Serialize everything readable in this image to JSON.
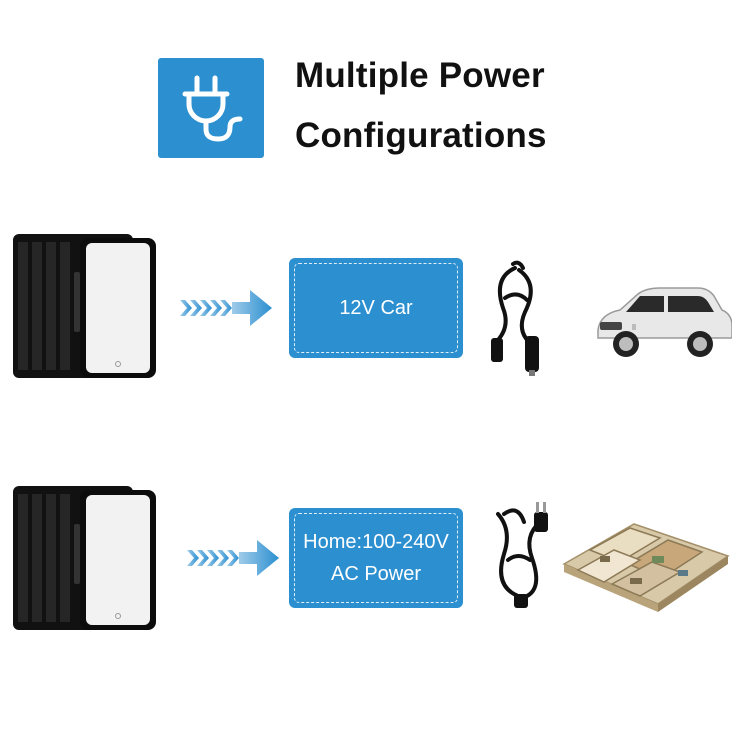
{
  "header": {
    "title_line1": "Multiple Power",
    "title_line2": "Configurations",
    "icon": "plug-icon"
  },
  "rows": [
    {
      "label_lines": [
        "12V Car"
      ],
      "source_image": "mini-fridge-icon",
      "cable_image": "car-charger-cable-icon",
      "destination_image": "suv-car-icon"
    },
    {
      "label_lines": [
        "Home:100-240V",
        "AC Power"
      ],
      "source_image": "mini-fridge-icon",
      "cable_image": "ac-power-cable-icon",
      "destination_image": "house-floorplan-icon"
    }
  ],
  "colors": {
    "accent": "#2b8fd0",
    "text": "#111111",
    "fridge_body": "#111111",
    "fridge_door": "#f2f2f2"
  }
}
